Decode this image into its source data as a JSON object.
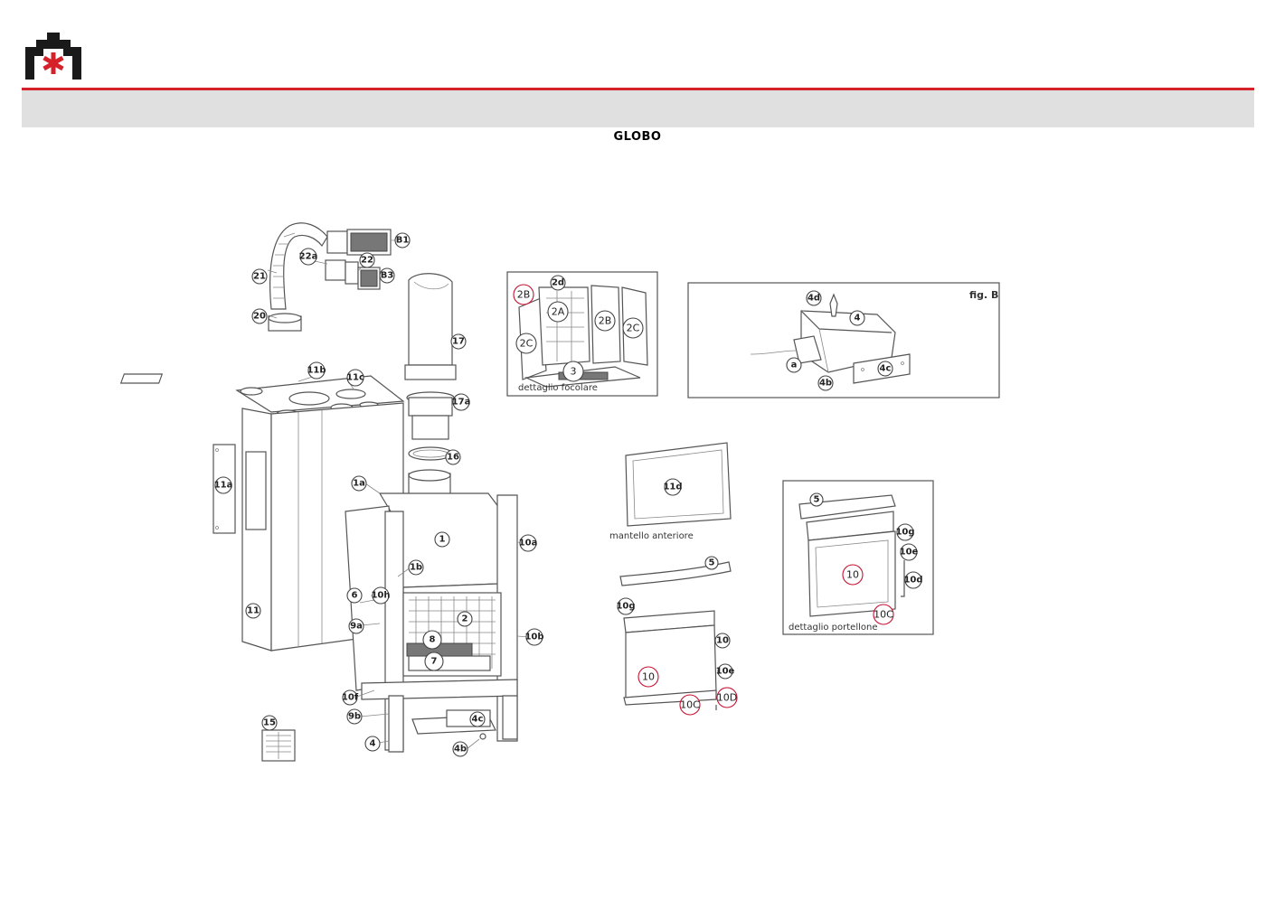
{
  "header": {
    "title": "GLOBO"
  },
  "colors": {
    "brand_red": "#d4212a",
    "band_grey": "#e0e0e0"
  },
  "captions": {
    "firebox_detail": "dettaglio focolare",
    "figure_b": "fig. B",
    "front_mantle": "mantello anteriore",
    "door_detail": "dettaglio portellone"
  },
  "callouts": {
    "c1": "1",
    "c1a": "1a",
    "c1b": "1b",
    "c2": "2",
    "c4": "4",
    "c4b": "4b",
    "c4c": "4c",
    "c6": "6",
    "c7": "7",
    "c8": "8",
    "c9a": "9a",
    "c9b": "9b",
    "c10a": "10a",
    "c10b": "10b",
    "c10f": "10f",
    "c10h": "10h",
    "c11": "11",
    "c11a": "11a",
    "c11b": "11b",
    "c11c": "11c",
    "c15": "15",
    "c16": "16",
    "c17": "17",
    "c17a": "17a",
    "c20": "20",
    "c21": "21",
    "c22": "22",
    "c22a": "22a",
    "cB1": "B1",
    "cB3": "B3",
    "f_2B_l": "2B",
    "f_2d": "2d",
    "f_2A": "2A",
    "f_2B_r": "2B",
    "f_2C_r": "2C",
    "f_2C_l": "2C",
    "f_3": "3",
    "b_4d": "4d",
    "b_4": "4",
    "b_a": "a",
    "b_4b": "4b",
    "b_4c": "4c",
    "m_11d": "11d",
    "d_5": "5",
    "d_10g": "10g",
    "d_10": "10",
    "d_10e": "10e",
    "d_10d": "10d",
    "d_10C": "10C",
    "l_5": "5",
    "l_10g": "10g",
    "l_10": "10",
    "l_10r": "10",
    "l_10e": "10e",
    "l_10C": "10C",
    "l_10D": "10D"
  }
}
